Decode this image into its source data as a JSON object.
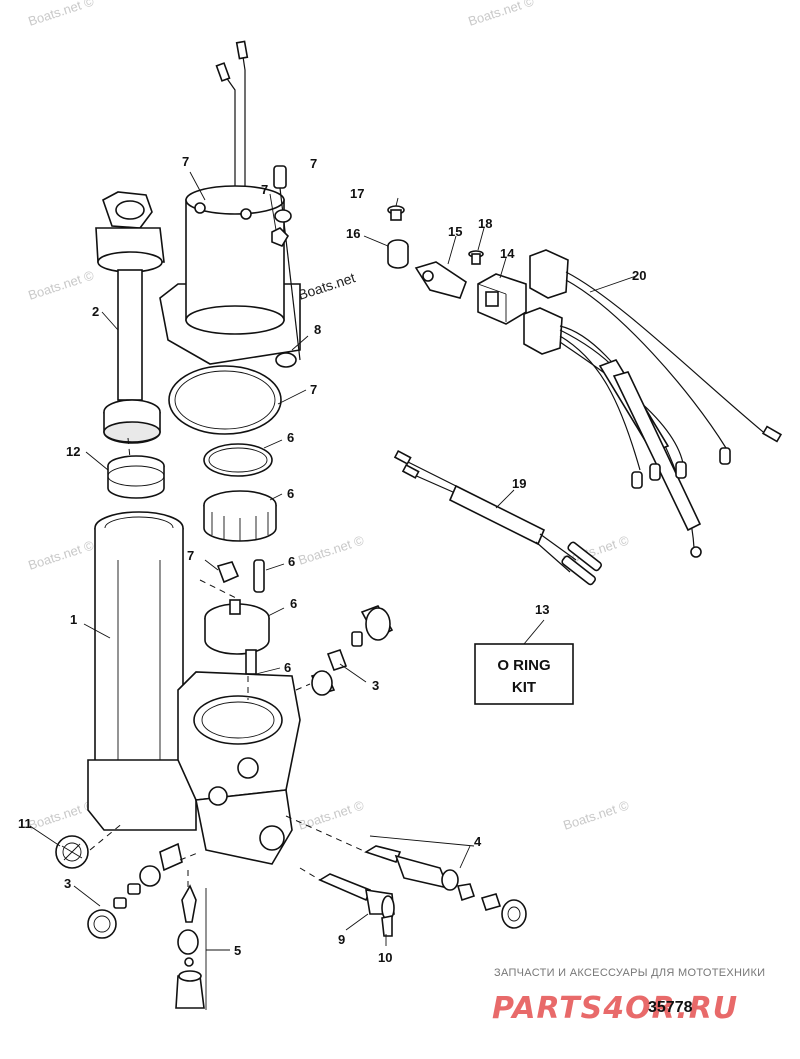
{
  "diagram": {
    "figure_number": "35778",
    "callouts": {
      "c1": "1",
      "c2": "2",
      "c3a": "3",
      "c3b": "3",
      "c4": "4",
      "c5": "5",
      "c6a": "6",
      "c6b": "6",
      "c6c": "6",
      "c6d": "6",
      "c6e": "6",
      "c7a": "7",
      "c7b": "7",
      "c7c": "7",
      "c7d": "7",
      "c7e": "7",
      "c8": "8",
      "c9": "9",
      "c10": "10",
      "c11": "11",
      "c12": "12",
      "c13": "13",
      "c14": "14",
      "c15": "15",
      "c16": "16",
      "c17": "17",
      "c18": "18",
      "c19": "19",
      "c20": "20"
    },
    "kit_box": {
      "line1": "O RING",
      "line2": "KIT"
    }
  },
  "watermarks": {
    "site": "Boats.net ©",
    "site_mid": "Boats.net"
  },
  "logo": {
    "tagline": "ЗАПЧАСТИ И АКСЕССУАРЫ ДЛЯ МОТОТЕХНИКИ",
    "name": "PARTS4OR.RU"
  }
}
